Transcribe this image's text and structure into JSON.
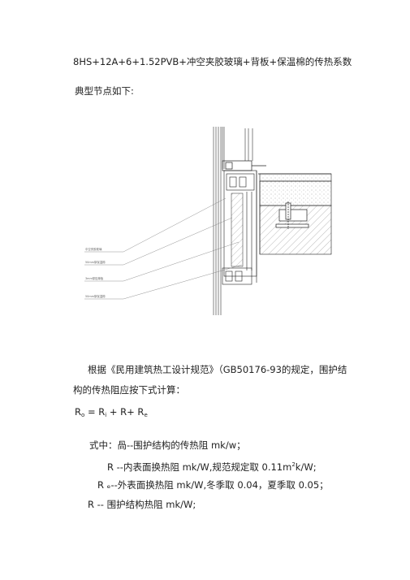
{
  "heading": "8HS+12A+6+1.52PVB+冲空夹胶玻璃+背板+保温棉的传热系数",
  "subheading": "典型节点如下:",
  "drawing": {
    "callouts": [
      "中空夹胶玻璃",
      "50mm厚保温棉",
      "3mm厚铝单板",
      "50mm厚保温棉"
    ]
  },
  "para1_line1": "根据《民用建筑热工设计规范》（GB50176-93的规定，围护结",
  "para1_line2": "构的传热阻应按下式计算：",
  "formula": {
    "r": "R",
    "r_sub": "o",
    "eq": "= R",
    "i_sub": "i",
    "plus1": "+ R+ R",
    "e_sub": "e"
  },
  "defs": {
    "line1": "式中：咼--围护结构的传热阻 mk/w；",
    "line2_pre": "R --内表面换热阻 mk/W,规范规定取 0.11m",
    "line2_sup": "2",
    "line2_post": "k/W;",
    "line3": "R ₑ--外表面换热阻  mk/W,冬季取 0.04，夏季取 0.05；",
    "line4": "R -- 围护结构热阻 mk/W;"
  }
}
